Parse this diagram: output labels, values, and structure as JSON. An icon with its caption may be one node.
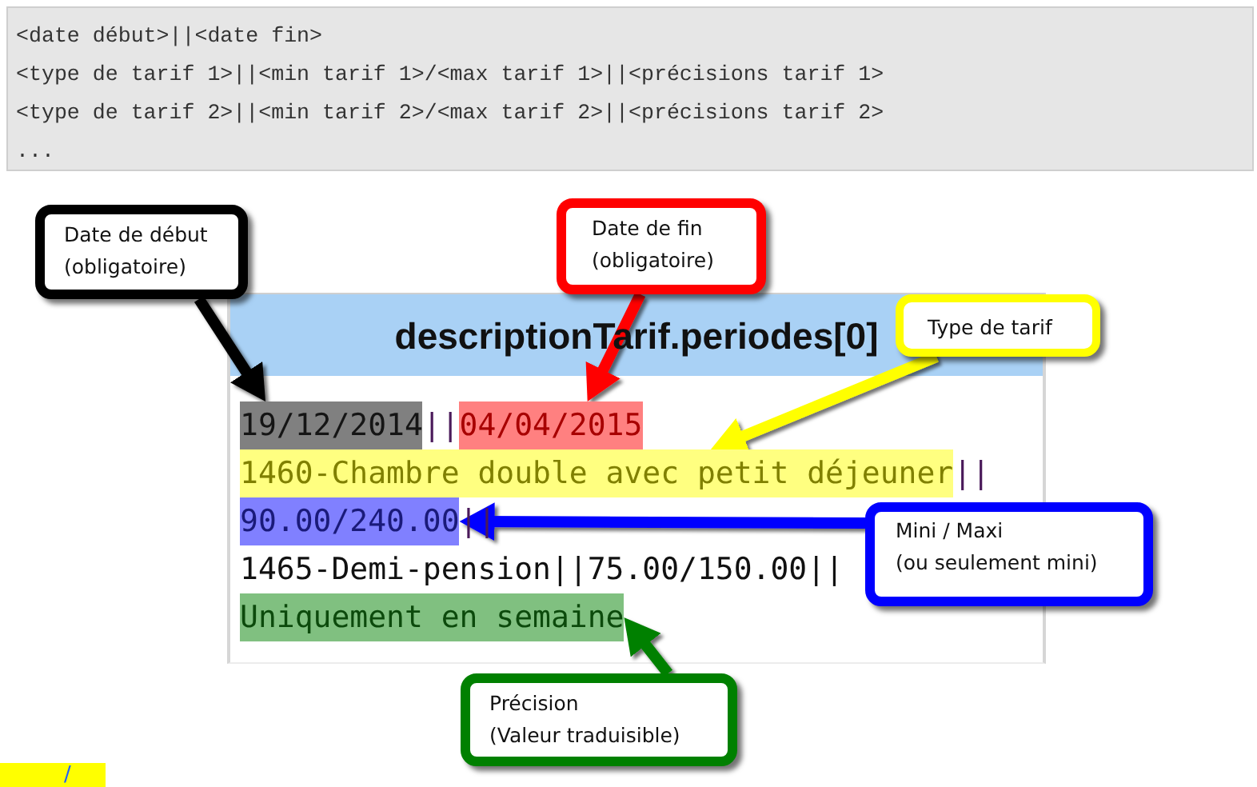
{
  "diagram": {
    "nodes": [
      {
        "text": [
          "<date début>||<date fin>",
          "<type de tarif 1>||<min tarif 1>/<max tarif 1>||<précisions tarif 1>",
          "<type de tarif 2>||<min tarif 2>/<max tarif 2>||<précisions tarif 2>",
          "..."
        ]
      },
      {
        "text": [
          "Date de début",
          "(obligatoire)"
        ]
      },
      {
        "text": [
          "Date de fin",
          "(obligatoire)"
        ]
      },
      {
        "text": [
          "Type de tarif"
        ]
      },
      {
        "text": [
          "Mini / Maxi",
          "(ou seulement mini)"
        ]
      },
      {
        "text": [
          "descriptionTarif.periodes[0]",
          "||",
          "||",
          "||",
          "1465-Demi-pension||75.00/150.00||"
        ]
      },
      {
        "text": [
          "19/12/2014"
        ],
        "in": 5
      },
      {
        "text": [
          "04/04/2015"
        ],
        "in": 5
      },
      {
        "text": [
          "1460-Chambre double avec petit déjeuner"
        ],
        "in": 5
      },
      {
        "text": [
          "90.00/240.00"
        ],
        "in": 5
      },
      {
        "text": [
          "Uniquement en semaine"
        ],
        "in": 5
      },
      {
        "text": [
          "Précision",
          "(Valeur traduisible)"
        ]
      }
    ],
    "edges": [
      {
        "from": 1,
        "to": 6,
        "arrow": "to",
        "color": "#000000"
      },
      {
        "from": 2,
        "to": 7,
        "arrow": "to",
        "color": "#ff0000"
      },
      {
        "from": 3,
        "to": 8,
        "arrow": "to",
        "color": "#ffff00"
      },
      {
        "from": 4,
        "to": 9,
        "arrow": "to",
        "color": "#0000ff"
      },
      {
        "from": 11,
        "to": 10,
        "arrow": "to",
        "color": "#008000"
      }
    ],
    "labels": [
      "/"
    ]
  }
}
